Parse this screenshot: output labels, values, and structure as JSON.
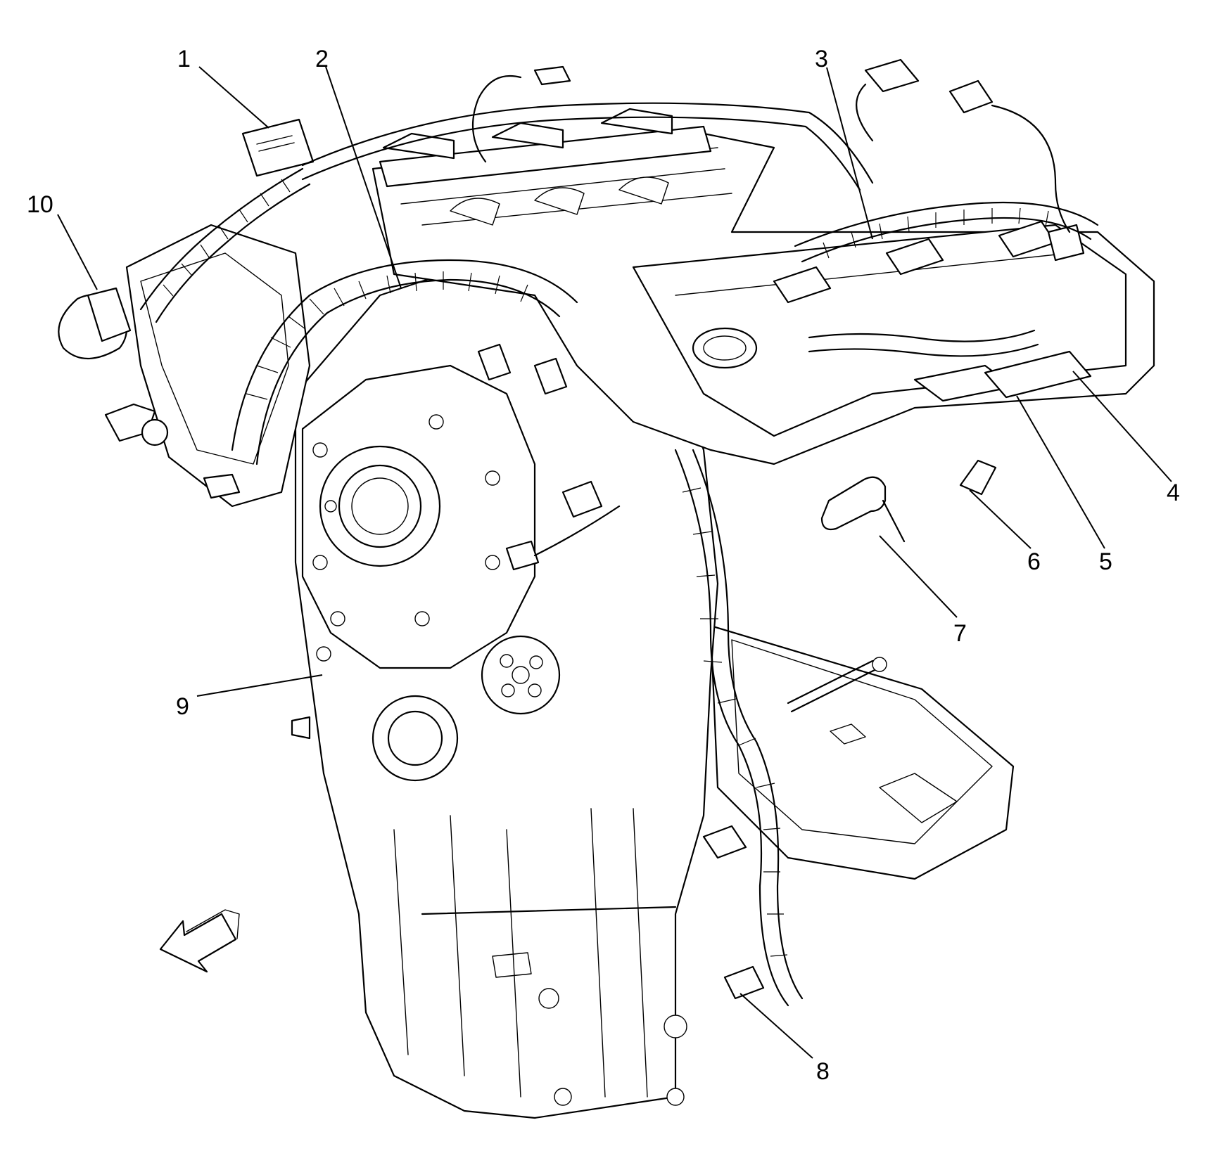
{
  "figure": {
    "callouts": [
      {
        "id": "callout-1",
        "label": "1"
      },
      {
        "id": "callout-2",
        "label": "2"
      },
      {
        "id": "callout-3",
        "label": "3"
      },
      {
        "id": "callout-4",
        "label": "4"
      },
      {
        "id": "callout-5",
        "label": "5"
      },
      {
        "id": "callout-6",
        "label": "6"
      },
      {
        "id": "callout-7",
        "label": "7"
      },
      {
        "id": "callout-8",
        "label": "8"
      },
      {
        "id": "callout-9",
        "label": "9"
      },
      {
        "id": "callout-10",
        "label": "10"
      }
    ],
    "line_color": "#000000",
    "background_color": "#ffffff",
    "direction_arrow_icon": "front-direction-arrow-icon"
  }
}
